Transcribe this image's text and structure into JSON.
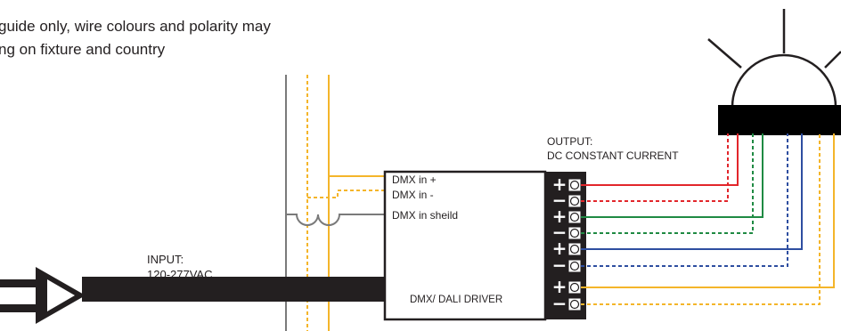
{
  "note": {
    "line1": "guide only, wire colours and polarity may",
    "line2": "ng on fixture and country"
  },
  "input": {
    "title": "INPUT:",
    "voltage": "120-277VAC"
  },
  "output": {
    "title": "OUTPUT:",
    "type": "DC CONSTANT CURRENT"
  },
  "driver": {
    "name": "DMX/ DALI DRIVER",
    "dmx_plus": "DMX in +",
    "dmx_minus": "DMX in -",
    "dmx_shield": "DMX in sheild"
  },
  "terminals": [
    {
      "sign": "+"
    },
    {
      "sign": "−"
    },
    {
      "sign": "+"
    },
    {
      "sign": "−"
    },
    {
      "sign": "+"
    },
    {
      "sign": "−"
    },
    {
      "sign": "+"
    },
    {
      "sign": "−"
    }
  ],
  "colors": {
    "red": "#e2262b",
    "green": "#1f8a43",
    "blue": "#2e4ea0",
    "yellow": "#f4b52a",
    "gray": "#7a7a7a",
    "black": "#000000"
  }
}
